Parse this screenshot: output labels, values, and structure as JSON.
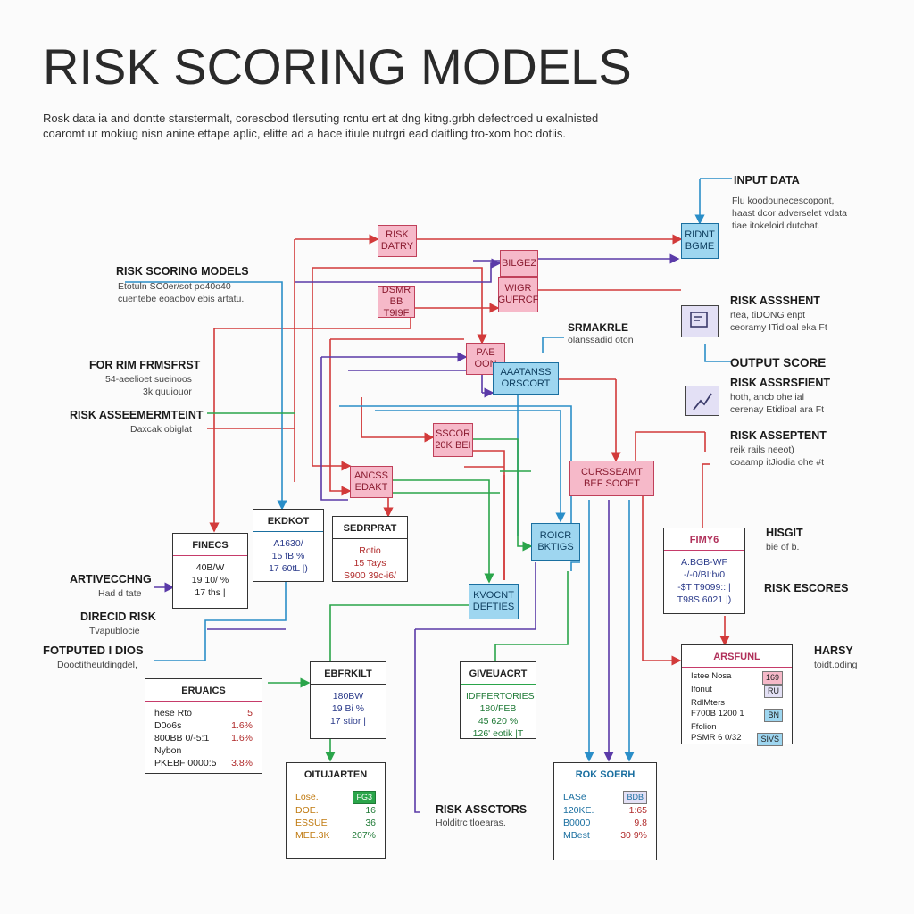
{
  "title": "RISK SCORING MODELS",
  "subtitle": [
    "Rosk data ia and dontte starstermalt, corescbod tlersuting rcntu ert at dng kitng.grbh defectroed u exalnisted",
    "coaromt ut mokiug nisn anine ettape aplic, elitte ad a hace itiule nutrgri ead daitling tro-xom hoc dotiis."
  ],
  "labels": {
    "input_data": "INPUT DATA",
    "input_data_desc": [
      "Flu koodounecescopont,",
      "haast dcor adverselet vdata",
      "tiae itokeloid dutchat."
    ],
    "risk_assessment_1": "RISK ASSSHENT",
    "risk_assessment_1_desc": [
      "rtea, tiDONG enpt",
      "ceoramy ITidloal eka Ft"
    ],
    "output_score": "OUTPUT SCORE",
    "risk_assessment_2": "RISK ASSRSFIENT",
    "risk_assessment_2_desc": [
      "hoth, ancb ohe ial",
      "cerenay Etidioal ara Ft"
    ],
    "risk_assessment_3": "RISK ASSEPTENT",
    "risk_assessment_3_desc": [
      "reik rails neeot)",
      "coaamp itJiodia ohe #t"
    ],
    "higit": "HISGIT",
    "higit_desc": [
      "bie of b."
    ],
    "risk_scores": "RISK ESCORES",
    "harsy": "HARSY",
    "harsy_desc": [
      "toidt.oding"
    ],
    "risk_factors": "RISK ASSCTORS",
    "risk_factors_desc": [
      "Holditrc tloearas."
    ],
    "risk_scoring_models": "RISK SCORING MODELS",
    "risk_scoring_models_desc": [
      "Etotuln SO0er/sot po40o40",
      "cuentebe eoaobov ebis artatu."
    ],
    "for_risk_first": "FOR RIM FRMSFRST",
    "for_risk_first_desc": [
      "54-aeelioet sueinoos",
      "3k quuiouor"
    ],
    "risk_assessment_left": "RISK ASSEEMERMTEINT",
    "risk_assessment_left_desc": [
      "Daxcak obiglat"
    ],
    "smakrle": "SRMAKRLE",
    "smakrle_desc": [
      "olanssadid oton"
    ],
    "artivecching": "ARTIVECCHNG",
    "artivecching_desc": [
      "Had d tate"
    ],
    "direcid_risk": "DIRECID RISK",
    "direcid_risk_desc": [
      "Tvapublocie"
    ],
    "fotputed": "FOTPUTED I DIOS",
    "fotputed_desc": [
      "Dooctitheutdingdel,"
    ]
  },
  "nodes": {
    "risk_datry": [
      "RISK",
      "DATRY"
    ],
    "ridnt_bgme": [
      "RIDNT",
      "BGME"
    ],
    "bilgez": [
      "BILGEZ"
    ],
    "wigr_gufrcf": [
      "WIGR",
      "GUFRCF"
    ],
    "dsmr": [
      "DSMR",
      "BB T9I9F"
    ],
    "pae_oon": [
      "PAE",
      "OON"
    ],
    "aaatanss_orscort": [
      "AAATANSS",
      "ORSCORT"
    ],
    "scor_20kei": [
      "SSCOR",
      "20K BEI"
    ],
    "ancss_edakt": [
      "ANCSS",
      "EDAKT"
    ],
    "cursseamt": [
      "CURSSEAMT",
      "BEF SOOET"
    ],
    "roicr_bktigs": [
      "ROICR",
      "BKTIGS"
    ],
    "kvocnt_defties": [
      "KVOCNT",
      "DEFTIES"
    ]
  },
  "cards": {
    "finecs": {
      "title": "FINECS",
      "lines": [
        "40B/W",
        "19 10/ %",
        "17  ths |"
      ]
    },
    "ekdkot": {
      "title": "EKDKOT",
      "lines": [
        "A1630/",
        "15 fB %",
        "17  60tL |)"
      ]
    },
    "sedrprat": {
      "title": "SEDRPRAT",
      "lines": [
        "Rotio",
        "15  Tays",
        "S900 39c-i6/"
      ]
    },
    "fimy6": {
      "title": "FIMY6",
      "lines": [
        "A.BGB-WF",
        "-/-0/BI:b/0",
        "-$T T9099:: |",
        "T98S 6021 |)"
      ]
    },
    "eruaics": {
      "title": "ERUAICS",
      "rows": [
        [
          "hese Rto",
          "5"
        ],
        [
          "D0o6s",
          "1.6%"
        ],
        [
          "800BB 0/-5:1",
          "1.6%"
        ],
        [
          "Nybon",
          ""
        ],
        [
          "PKEBF 0000:5",
          "3.8%"
        ]
      ]
    },
    "ebfrkilt": {
      "title": "EBFRKILT",
      "lines": [
        "180BW",
        "19 Bi %",
        "17  stior |"
      ]
    },
    "giveuacrt": {
      "title": "GIVEUACRT",
      "lines": [
        "IDFFERTORIES",
        "180/FEB",
        "45 620 %",
        "126' eotik |T"
      ]
    },
    "arsfunl": {
      "title": "ARSFUNL",
      "rows": [
        [
          "Istee Nosa",
          "169"
        ],
        [
          "Ifonut",
          "RU"
        ],
        [
          "RdlMters",
          ""
        ],
        [
          "F700B 1200 1",
          "BN"
        ],
        [
          "Ffolion",
          ""
        ],
        [
          "PSMR 6 0/32",
          "SIVS"
        ]
      ]
    },
    "oitujarten": {
      "title": "OITUJARTEN",
      "rows": [
        [
          "Lose.",
          "FG3"
        ],
        [
          "DOE.",
          "16"
        ],
        [
          "ESSUE",
          "36"
        ],
        [
          "MEE.3K",
          "207%"
        ]
      ]
    },
    "rok_soerh": {
      "title": "ROK SOERH",
      "rows": [
        [
          "LASe",
          "BDB"
        ],
        [
          "120KE.",
          "1:65"
        ],
        [
          "B0000",
          "9.8"
        ],
        [
          "MBest",
          "30 9%"
        ]
      ]
    }
  },
  "colors": {
    "red": "#d23a3a",
    "blue": "#2a8ec8",
    "green": "#2aa54a",
    "purple": "#5a3aa8",
    "pink": "#f6b9c9",
    "cyan": "#9ed6f0"
  }
}
